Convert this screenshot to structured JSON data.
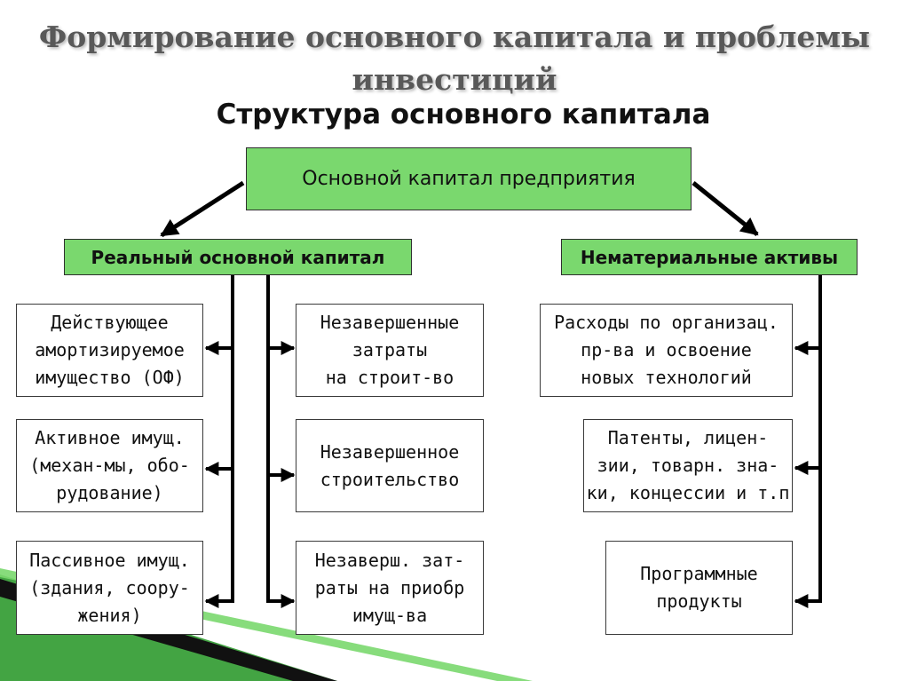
{
  "title": {
    "line1": "Формирование основного капитала и проблемы",
    "line2": "инвестиций"
  },
  "subtitle": "Структура основного капитала",
  "root": "Основной капитал предприятия",
  "left": {
    "header": "Реальный основной капитал",
    "column1": [
      "Действующее\nамортизируемое\nимущество (ОФ)",
      "Активное имущ.\n(механ-мы, обо-\nрудование)",
      "Пассивное имущ.\n(здания, соору-\nжения)"
    ],
    "column2": [
      "Незавершенные\nзатраты\nна строит-во",
      "Незавершенное\nстроительство",
      "Незаверш. зат-\nраты на приобр\nимущ-ва"
    ]
  },
  "right": {
    "header": "Нематериальные активы",
    "items": [
      "Расходы по организац.\nпр-ва и освоение\nновых технологий",
      "Патенты, лицен-\nзии, товарн. зна-\nки, концессии и т.п",
      "Программные\nпродукты"
    ]
  },
  "colors": {
    "box_green": "#7ad86e",
    "accent_green": "#2f9a2f"
  }
}
